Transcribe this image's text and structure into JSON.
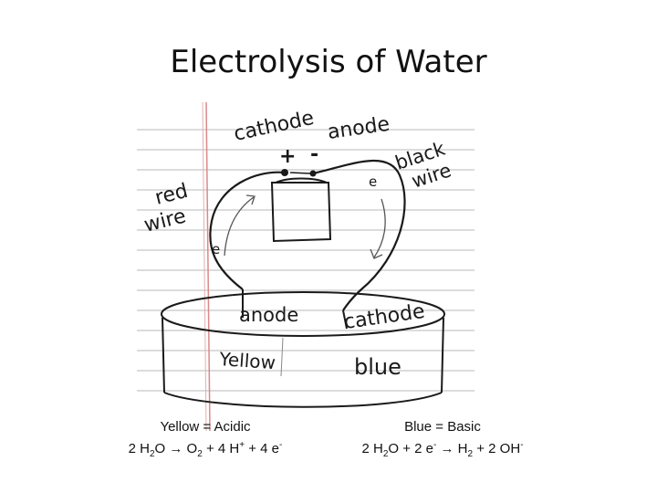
{
  "title": "Electrolysis of Water",
  "sketch": {
    "labels": {
      "cathode_top": "cathode",
      "anode_top": "anode",
      "plus": "+",
      "minus": "-",
      "red_wire_1": "red",
      "red_wire_2": "wire",
      "black_wire_1": "black",
      "black_wire_2": "wire",
      "electron_left": "e",
      "electron_right": "e",
      "anode_bottom": "anode",
      "cathode_bottom": "cathode",
      "yellow": "Yellow",
      "blue": "blue"
    }
  },
  "captions": {
    "left": {
      "line1": "Yellow = Acidic",
      "eq": {
        "a": "2 H",
        "a_sub": "2",
        "b": "O → O",
        "b_sub": "2",
        "c": " + 4 H",
        "c_sup": "+",
        "d": " + 4 e",
        "d_sup": "-"
      }
    },
    "right": {
      "line1": "Blue = Basic",
      "eq": {
        "a": "2 H",
        "a_sub": "2",
        "b": "O + 2 e",
        "b_sup": "-",
        "c": " → H",
        "c_sub": "2",
        "d": " + 2 OH",
        "d_sup": "-"
      }
    }
  }
}
